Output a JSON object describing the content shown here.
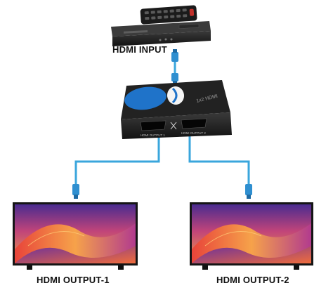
{
  "labels": {
    "input": "HDMI INPUT",
    "output1": "HDMI OUTPUT-1",
    "output2": "HDMI OUTPUT-2"
  },
  "splitter": {
    "port1_label": "HDMI OUTPUT 1",
    "port2_label": "HDMI OUTPUT 2"
  },
  "colors": {
    "cable": "#3aa6dc",
    "connector": "#2f8fd0",
    "splitter_body": "#1d1d1d",
    "splitter_accent": "#1f73c9",
    "player_body": "#262626",
    "tv_frame": "#151515"
  },
  "icons": {
    "remote": "remote-control-icon",
    "player": "dvd-player-icon",
    "splitter": "hdmi-splitter-icon",
    "tv": "television-icon"
  }
}
